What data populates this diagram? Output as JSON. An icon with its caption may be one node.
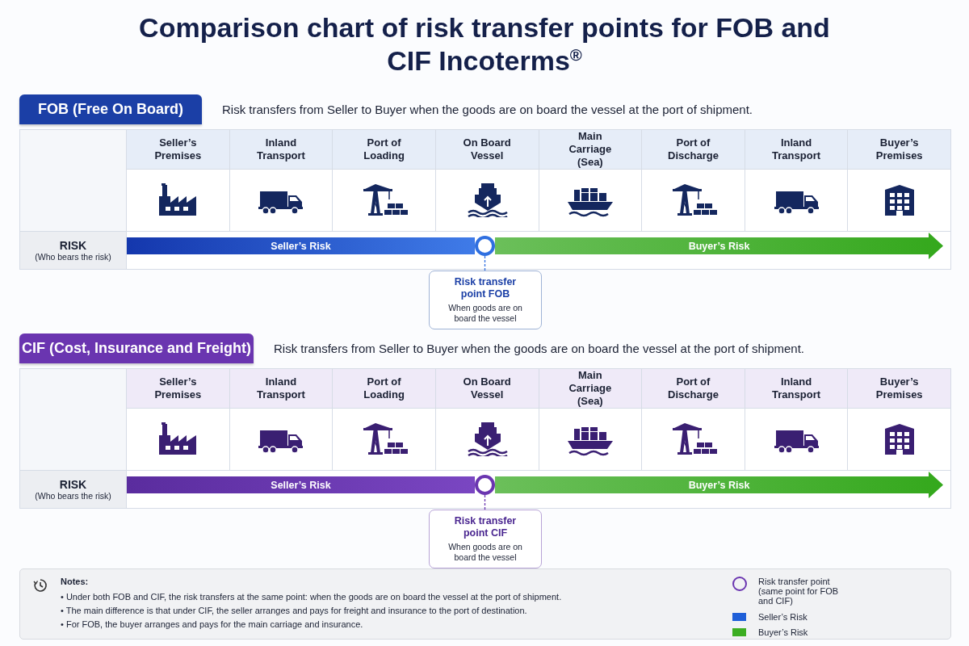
{
  "diagram": {
    "title": "Comparison chart of risk transfer points for FOB and CIF Incoterms$^{®}$",
    "nodes": [
      {
        "text": [
          "FOB (Free On Board)"
        ],
        "beside": [
          "Risk transfers from Seller to Buyer when the goods are on board the vessel at the port of shipment."
        ]
      },
      {
        "text": [
          "Seller’s Premises"
        ]
      },
      {
        "text": [
          "Inland Transport"
        ]
      },
      {
        "text": [
          "Port of Loading"
        ]
      },
      {
        "text": [
          "On Board Vessel"
        ]
      },
      {
        "text": [
          "Main Carriage (Sea)"
        ]
      },
      {
        "text": [
          "Port of Discharge"
        ]
      },
      {
        "text": [
          "Inland Transport"
        ]
      },
      {
        "text": [
          "Buyer’s Premises"
        ]
      },
      {
        "text": [
          "RISK",
          "(Who bears the risk)"
        ]
      },
      {
        "text": [
          "Seller’s Risk"
        ]
      },
      {
        "text": [
          "Buyer’s Risk"
        ]
      },
      {
        "text": [],
        "shape": "circle"
      },
      {
        "text": [
          "Risk transfer point FOB",
          "When goods are on board the vessel"
        ]
      },
      {
        "text": [
          "CIF (Cost, Insurance and Freight)"
        ],
        "beside": [
          "Risk transfers from Seller to Buyer when the goods are on board the vessel at the port of shipment."
        ]
      },
      {
        "text": [
          "Seller’s Premises"
        ]
      },
      {
        "text": [
          "Inland Transport"
        ]
      },
      {
        "text": [
          "Port of Loading"
        ]
      },
      {
        "text": [
          "On Board Vessel"
        ]
      },
      {
        "text": [
          "Main Carriage (Sea)"
        ]
      },
      {
        "text": [
          "Port of Discharge"
        ]
      },
      {
        "text": [
          "Inland Transport"
        ]
      },
      {
        "text": [
          "Buyer’s Premises"
        ]
      },
      {
        "text": [
          "RISK",
          "(Who bears the risk)"
        ]
      },
      {
        "text": [
          "Seller’s Risk"
        ]
      },
      {
        "text": [
          "Buyer’s Risk"
        ]
      },
      {
        "text": [],
        "shape": "circle"
      },
      {
        "text": [
          "Risk transfer point CIF",
          "When goods are on board the vessel"
        ]
      },
      {
        "text": [
          "Notes:",
          "• Under both FOB and CIF, the risk transfers at the same point: when the goods are on board the vessel at the port of shipment.",
          "• The main difference is that under CIF, the seller arranges and pays for freight and insurance to the port of destination.",
          "• For FOB, the buyer arranges and pays for the main carriage and insurance."
        ]
      }
    ],
    "edges": [
      {
        "from": 12,
        "to": 13,
        "arrow": "none",
        "style": "dashed"
      },
      {
        "from": 26,
        "to": 27,
        "arrow": "none",
        "style": "dashed"
      }
    ],
    "legend": [
      {
        "text": "Risk transfer point (same point for FOB and CIF)"
      },
      {
        "text": "Seller’s Risk",
        "color": "#1f5fd8"
      },
      {
        "text": "Buyer’s Risk",
        "color": "#3cae22"
      }
    ]
  }
}
